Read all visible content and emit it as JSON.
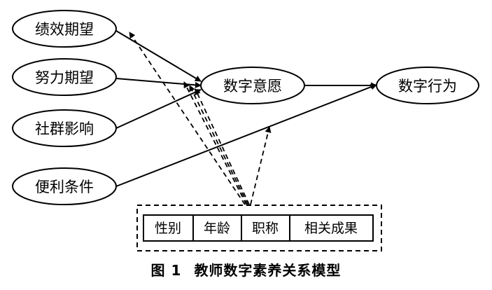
{
  "nodes": {
    "performance": "绩效期望",
    "effort": "努力期望",
    "social": "社群影响",
    "facilitating": "便利条件",
    "intention": "数字意愿",
    "behavior": "数字行为"
  },
  "moderators": [
    "性别",
    "年龄",
    "职称",
    "相关成果"
  ],
  "caption": {
    "number": "图 1",
    "title": "教师数字素养关系模型"
  }
}
